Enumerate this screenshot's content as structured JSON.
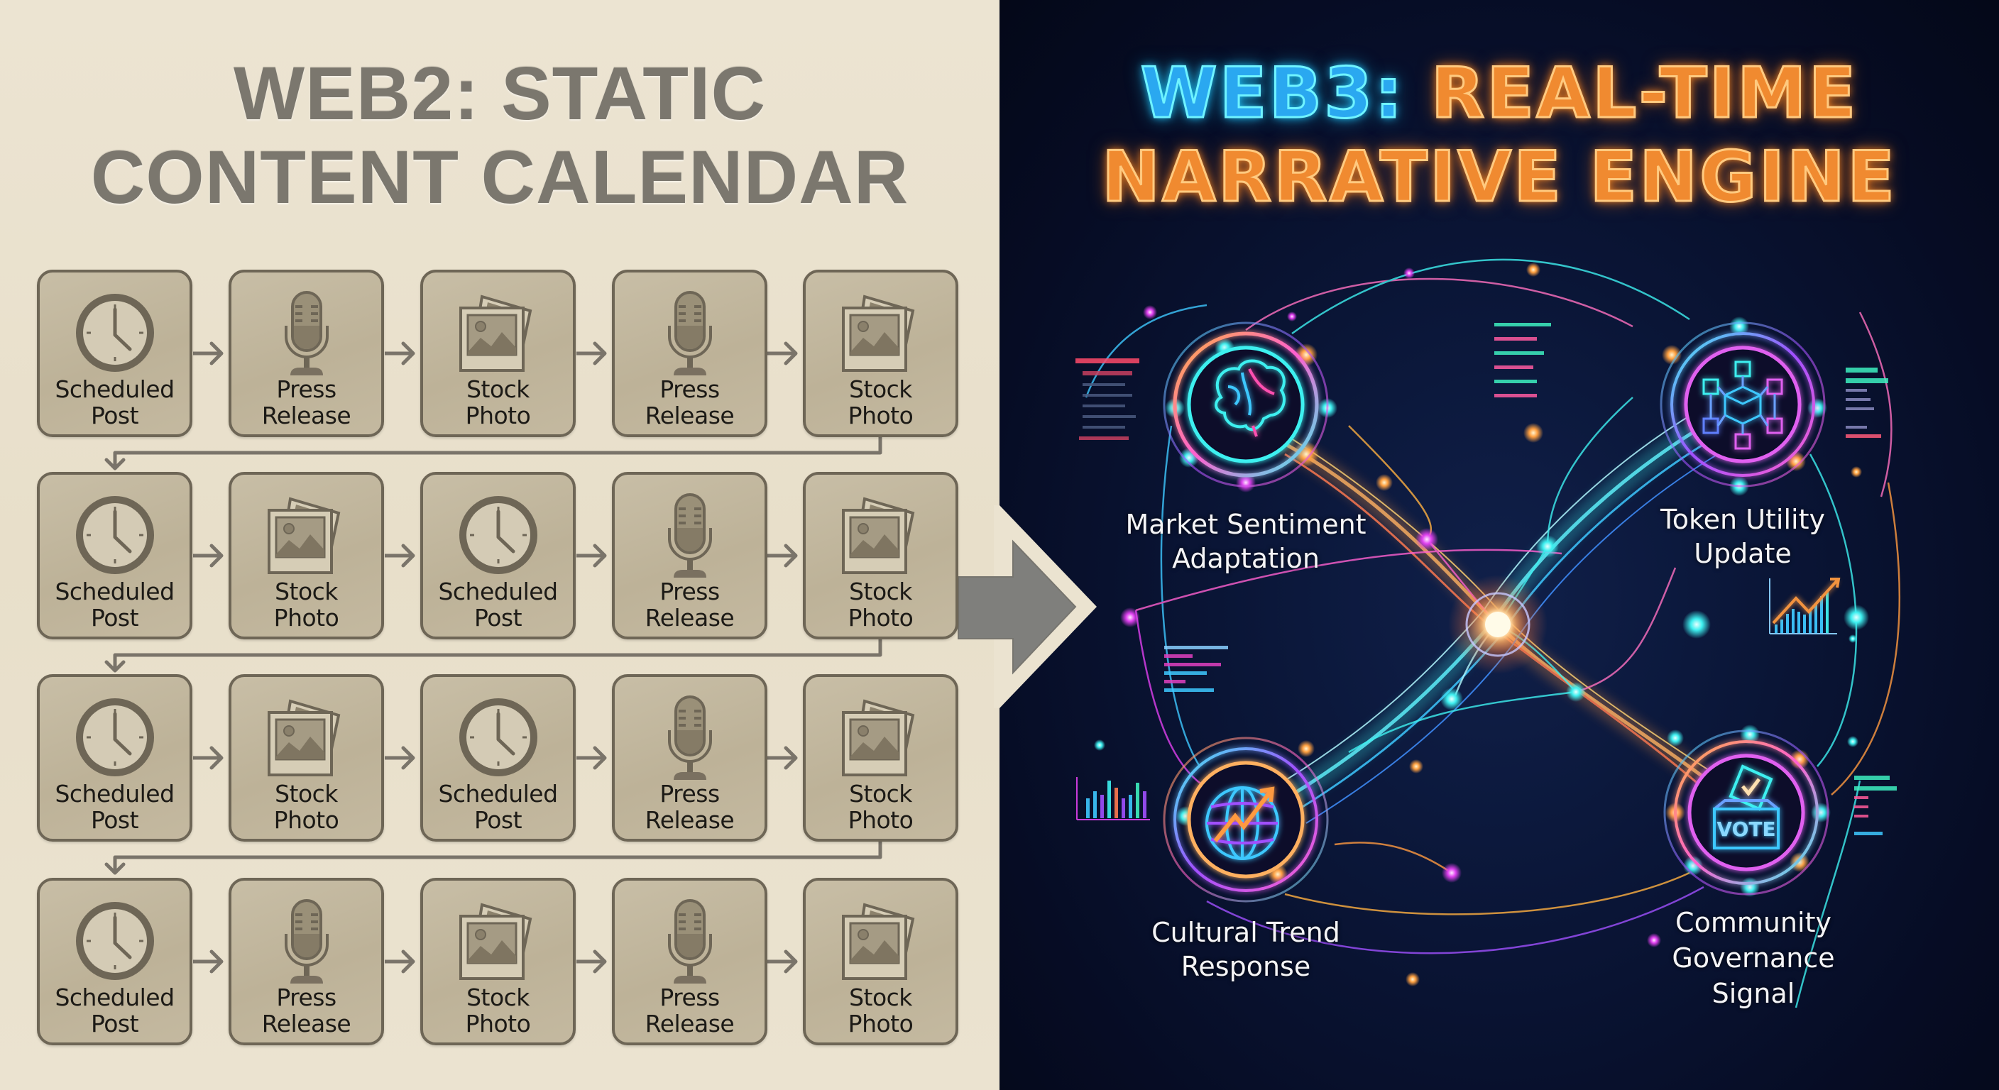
{
  "left": {
    "title_line1": "WEB2: STATIC",
    "title_line2": "CONTENT CALENDAR",
    "colors": {
      "background": "#ece4d2",
      "tile": "#c2b8a0",
      "tile_border": "#6e6656",
      "title": "#7b776e",
      "connector": "#7a746a"
    },
    "grid": [
      [
        {
          "icon": "clock-icon",
          "line1": "Scheduled",
          "line2": "Post"
        },
        {
          "icon": "microphone-icon",
          "line1": "Press",
          "line2": "Release"
        },
        {
          "icon": "photo-stack-icon",
          "line1": "Stock",
          "line2": "Photo"
        },
        {
          "icon": "microphone-icon",
          "line1": "Press",
          "line2": "Release"
        },
        {
          "icon": "photo-stack-icon",
          "line1": "Stock",
          "line2": "Photo"
        }
      ],
      [
        {
          "icon": "clock-icon",
          "line1": "Scheduled",
          "line2": "Post"
        },
        {
          "icon": "photo-stack-icon",
          "line1": "Stock",
          "line2": "Photo"
        },
        {
          "icon": "clock-icon",
          "line1": "Scheduled",
          "line2": "Post"
        },
        {
          "icon": "microphone-icon",
          "line1": "Press",
          "line2": "Release"
        },
        {
          "icon": "photo-stack-icon",
          "line1": "Stock",
          "line2": "Photo"
        }
      ],
      [
        {
          "icon": "clock-icon",
          "line1": "Scheduled",
          "line2": "Post"
        },
        {
          "icon": "photo-stack-icon",
          "line1": "Stock",
          "line2": "Photo"
        },
        {
          "icon": "clock-icon",
          "line1": "Scheduled",
          "line2": "Post"
        },
        {
          "icon": "microphone-icon",
          "line1": "Press",
          "line2": "Release"
        },
        {
          "icon": "photo-stack-icon",
          "line1": "Stock",
          "line2": "Photo"
        }
      ],
      [
        {
          "icon": "clock-icon",
          "line1": "Scheduled",
          "line2": "Post"
        },
        {
          "icon": "microphone-icon",
          "line1": "Press",
          "line2": "Release"
        },
        {
          "icon": "photo-stack-icon",
          "line1": "Stock",
          "line2": "Photo"
        },
        {
          "icon": "microphone-icon",
          "line1": "Press",
          "line2": "Release"
        },
        {
          "icon": "photo-stack-icon",
          "line1": "Stock",
          "line2": "Photo"
        }
      ]
    ]
  },
  "transition": {
    "icon": "right-arrow-icon",
    "color": "#7f7f7c"
  },
  "right": {
    "title_line1_accent": "WEB3:",
    "title_line1_rest": " REAL-TIME",
    "title_line2": "NARRATIVE ENGINE",
    "colors": {
      "background": "#050a1e",
      "accent_blue": "#2aa8f0",
      "accent_orange": "#f08a30",
      "cyan": "#3ef0f0",
      "magenta": "#e040f0",
      "label": "#f4f4f6"
    },
    "nodes": [
      {
        "id": "market",
        "icon": "brain-icon",
        "line1": "Market Sentiment",
        "line2": "Adaptation"
      },
      {
        "id": "token",
        "icon": "blockchain-cubes-icon",
        "line1": "Token Utility",
        "line2": "Update"
      },
      {
        "id": "cultural",
        "icon": "globe-trend-icon",
        "line1": "Cultural Trend",
        "line2": "Response"
      },
      {
        "id": "governance",
        "icon": "vote-box-icon",
        "line1": "Community",
        "line2": "Governance",
        "line3": "Signal",
        "badge": "VOTE"
      }
    ],
    "hub": {
      "icon": "energy-core-icon"
    }
  }
}
